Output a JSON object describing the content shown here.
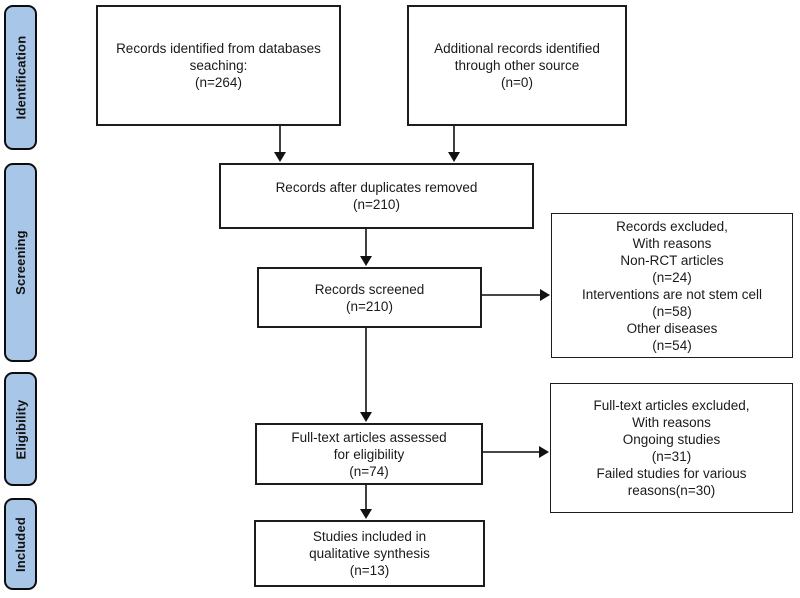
{
  "sidebar": {
    "stages": [
      {
        "id": "identification",
        "label": "Identification"
      },
      {
        "id": "screening",
        "label": "Screening"
      },
      {
        "id": "eligibility",
        "label": "Eligibility"
      },
      {
        "id": "included",
        "label": "Included"
      }
    ]
  },
  "flow": {
    "identified_db": {
      "lines": [
        "Records identified from databases",
        "seaching:",
        "(n=264)"
      ]
    },
    "additional_records": {
      "lines": [
        "Additional records identified",
        "through other source",
        "(n=0)"
      ]
    },
    "duplicates_removed": {
      "lines": [
        "Records after duplicates removed",
        "(n=210)"
      ]
    },
    "records_screened": {
      "lines": [
        "Records screened",
        "(n=210)"
      ]
    },
    "records_excluded": {
      "lines": [
        "Records excluded,",
        "With reasons",
        "Non-RCT articles",
        "(n=24)",
        "Interventions are not stem cell",
        "(n=58)",
        "Other diseases",
        "(n=54)"
      ]
    },
    "fulltext_assessed": {
      "lines": [
        "Full-text articles assessed",
        "for eligibility",
        "(n=74)"
      ]
    },
    "fulltext_excluded": {
      "lines": [
        "Full-text articles excluded,",
        "With reasons",
        "Ongoing studies",
        "(n=31)",
        "Failed studies for various",
        "reasons(n=30)"
      ]
    },
    "studies_included": {
      "lines": [
        "Studies included in",
        "qualitative synthesis",
        "(n=13)"
      ]
    }
  },
  "colors": {
    "stage_fill": "#a8c7e8",
    "stage_border": "#0d0d0d",
    "box_fill": "#ffffff",
    "box_border": "#1c1c1c",
    "arrow": "#2b2b2b",
    "background": "#ffffff"
  }
}
